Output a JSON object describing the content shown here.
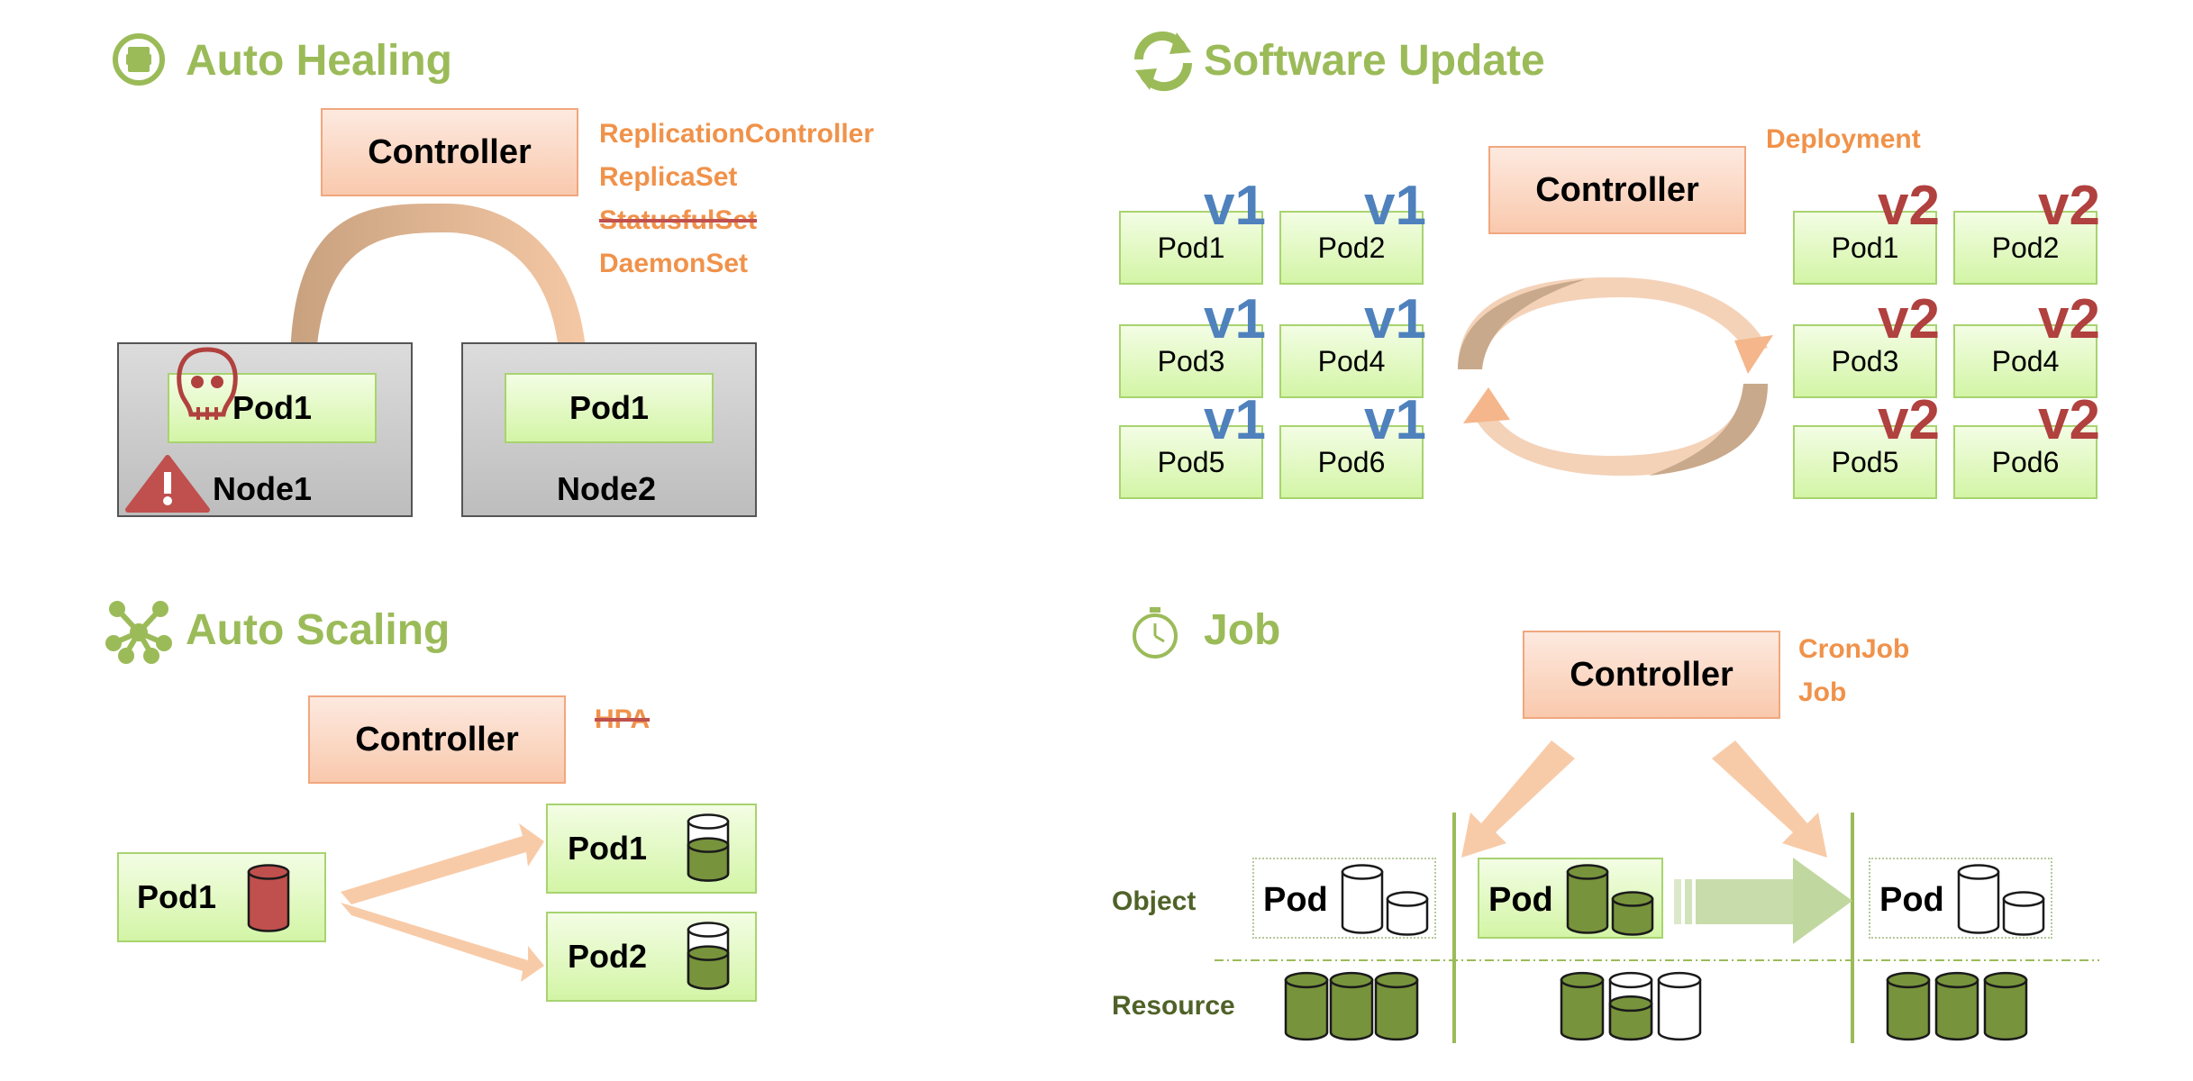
{
  "colors": {
    "title_green": "#9bbb59",
    "label_orange": "#f0924a",
    "strike_red": "#c0504d",
    "v1_blue": "#4f81bd",
    "v2_red": "#b0413e",
    "dark_green": "#4f6228",
    "cylinder_green": "#77933c"
  },
  "auto_healing": {
    "title": "Auto Healing",
    "icon": "plus-circle-icon",
    "controller": "Controller",
    "kinds": [
      "ReplicationController",
      "ReplicaSet",
      "StatusfulSet",
      "DaemonSet"
    ],
    "struck_kind": "StatusfulSet",
    "node1": {
      "label": "Node1",
      "pod": "Pod1",
      "icons": [
        "skull-icon",
        "warning-icon"
      ]
    },
    "node2": {
      "label": "Node2",
      "pod": "Pod1"
    }
  },
  "software_update": {
    "title": "Software Update",
    "icon": "refresh-icon",
    "controller": "Controller",
    "kind": "Deployment",
    "old_version": "v1",
    "new_version": "v2",
    "pods": [
      "Pod1",
      "Pod2",
      "Pod3",
      "Pod4",
      "Pod5",
      "Pod6"
    ]
  },
  "auto_scaling": {
    "title": "Auto Scaling",
    "icon": "network-hub-icon",
    "controller": "Controller",
    "kind": "HPA",
    "source_pod": "Pod1",
    "scaled_pods": [
      "Pod1",
      "Pod2"
    ]
  },
  "job": {
    "title": "Job",
    "icon": "stopwatch-icon",
    "controller": "Controller",
    "kinds": [
      "CronJob",
      "Job"
    ],
    "row_labels": {
      "object": "Object",
      "resource": "Resource"
    },
    "pod_label": "Pod"
  }
}
